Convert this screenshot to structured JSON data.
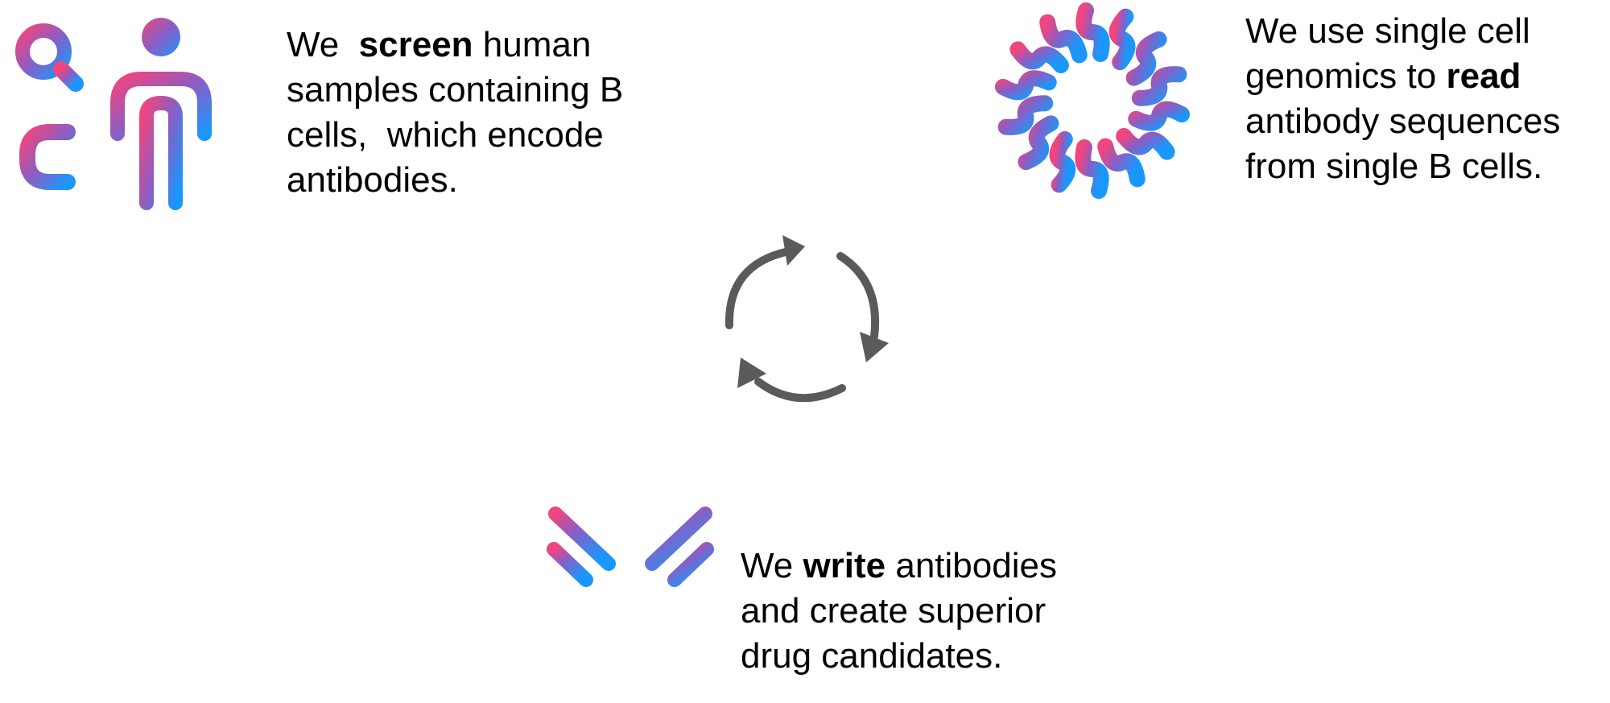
{
  "colors": {
    "gradient_start": "#f0457f",
    "gradient_mid": "#8a5ec4",
    "gradient_end": "#1a97fb",
    "cycle_arrows": "#5a5a5a",
    "text": "#000000",
    "background": "#ffffff"
  },
  "steps": {
    "screen": {
      "icon": "microscope-and-person-icon",
      "line1_pre": "We  ",
      "line1_bold": "screen",
      "line1_post": " human",
      "line2": "samples containing B",
      "line3": "cells,  which encode",
      "line4": "antibodies."
    },
    "read": {
      "icon": "single-cell-ring-icon",
      "line1": "We use single cell",
      "line2_pre": "genomics to ",
      "line2_bold": "read",
      "line3": "antibody sequences",
      "line4": "from single B cells."
    },
    "write": {
      "icon": "antibody-icon",
      "line1_pre": "We ",
      "line1_bold": "write",
      "line1_post": " antibodies",
      "line2": "and create superior",
      "line3": "drug candidates."
    }
  },
  "cycle": {
    "icon": "cycle-arrows-icon"
  }
}
